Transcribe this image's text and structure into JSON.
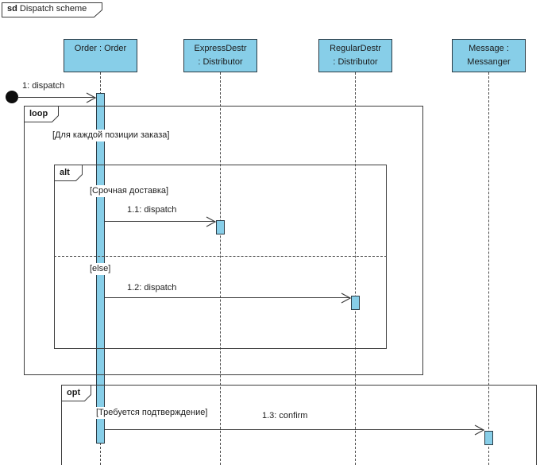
{
  "diagram": {
    "frame_keyword": "sd",
    "frame_title": "Dispatch scheme"
  },
  "lifelines": [
    {
      "id": "order",
      "lines": [
        "Order : Order"
      ]
    },
    {
      "id": "express-destr",
      "lines": [
        "ExpressDestr",
        ": Distributor"
      ]
    },
    {
      "id": "regular-destr",
      "lines": [
        "RegularDestr",
        ": Distributor"
      ]
    },
    {
      "id": "messanger",
      "lines": [
        "Message :",
        "Messanger"
      ]
    }
  ],
  "fragments": {
    "loop": {
      "operator": "loop",
      "guard": "[Для каждой позиции заказа]"
    },
    "alt": {
      "operator": "alt",
      "guard_urgent": "[Срочная доставка]",
      "guard_else": "[else]"
    },
    "opt": {
      "operator": "opt",
      "guard": "[Требуется подтверждение]"
    }
  },
  "messages": {
    "m1": "1: dispatch",
    "m2": "1.1: dispatch",
    "m3": "1.2: dispatch",
    "m4": "1.3: confirm"
  },
  "colors": {
    "shape_fill": "#87CEE8",
    "shape_border": "#2B3B45",
    "frame_border": "#3C3C3C",
    "background": "#FFFFFF"
  }
}
